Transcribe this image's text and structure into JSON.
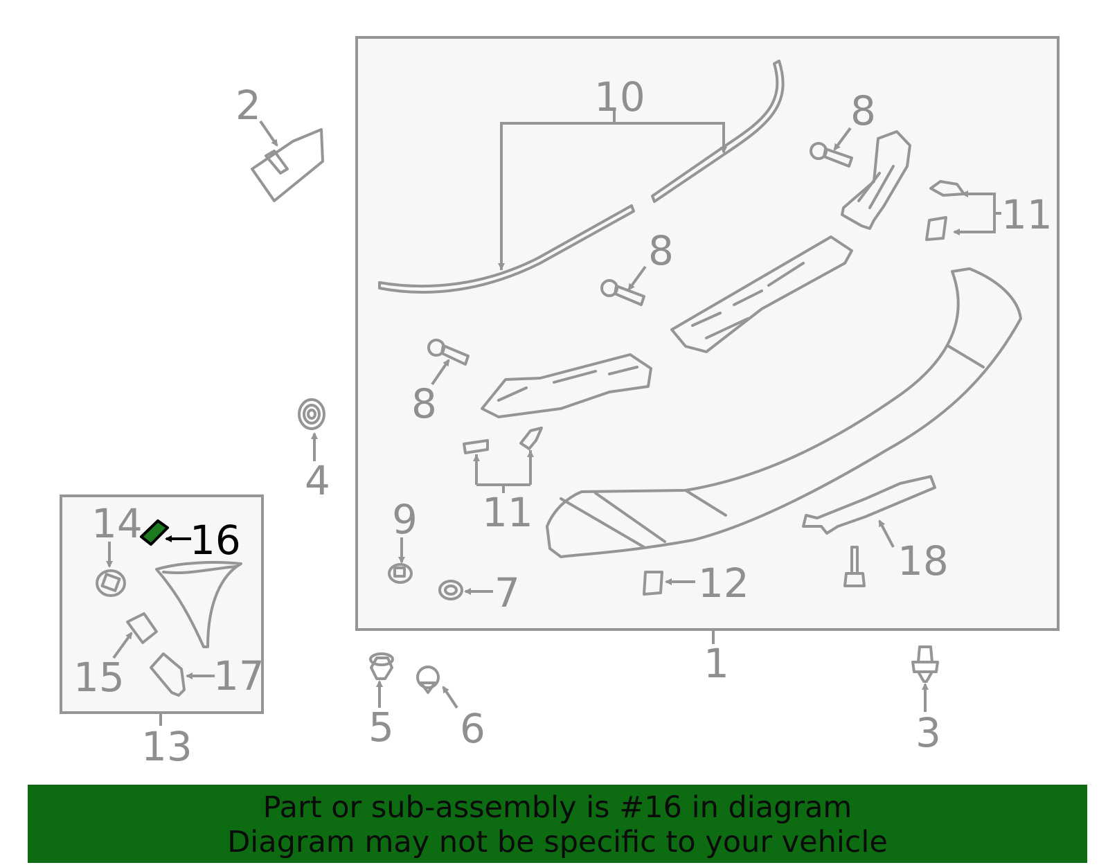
{
  "diagram": {
    "callouts": {
      "p1": "1",
      "p2": "2",
      "p3": "3",
      "p4": "4",
      "p5": "5",
      "p6": "6",
      "p7": "7",
      "p8a": "8",
      "p8b": "8",
      "p8c": "8",
      "p9": "9",
      "p10": "10",
      "p11a": "11",
      "p11b": "11",
      "p12": "12",
      "p13": "13",
      "p14": "14",
      "p15": "15",
      "p16": "16",
      "p17": "17",
      "p18": "18"
    },
    "highlighted_part": "16",
    "colors": {
      "line": "#959595",
      "highlight_fill": "#1e7a1e",
      "banner": "#0d6b12",
      "panel": "#f7f7f7"
    }
  },
  "banner": {
    "line1": "Part or sub-assembly is #16 in diagram",
    "line2": "Diagram may not be specific to your vehicle"
  }
}
